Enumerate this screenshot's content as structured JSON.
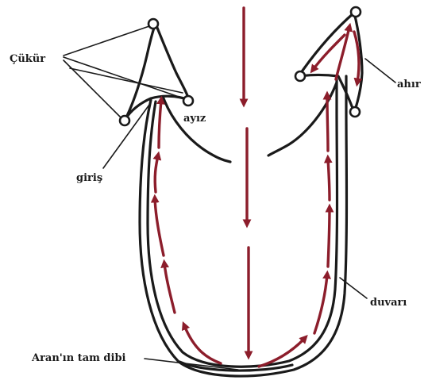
{
  "labels": {
    "pits": "Çükür",
    "mouth": "ayız",
    "entrance": "giriş",
    "barn": "ahır",
    "wall": "duvarı",
    "bottom": "Aran'ın tam dibi"
  },
  "colors": {
    "outline": "#1a1a1a",
    "arrow": "#8c1d2b",
    "label": "#1a1a1a",
    "background": "#ffffff"
  }
}
